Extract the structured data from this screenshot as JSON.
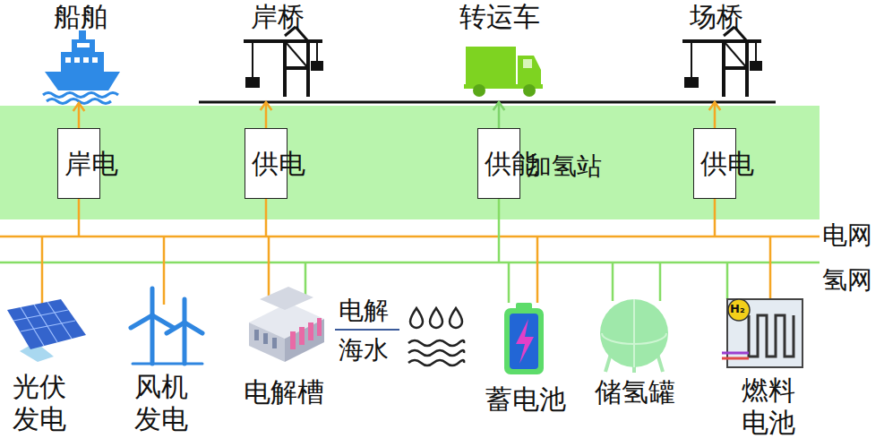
{
  "diagram": {
    "nodes": [
      {
        "text": [
          "船舶"
        ]
      },
      {
        "text": [
          "岸桥"
        ]
      },
      {
        "text": [
          "转运车"
        ]
      },
      {
        "text": [
          "场桥"
        ]
      },
      {
        "text": [
          "加氢站"
        ]
      },
      {
        "text": [
          "岸电"
        ],
        "in": 4
      },
      {
        "text": [
          "供电"
        ],
        "in": 4
      },
      {
        "text": [
          "供能"
        ],
        "in": 4
      },
      {
        "text": [
          "供电"
        ],
        "in": 4
      }
    ],
    "edges": [
      {
        "from": 5,
        "to": 0,
        "arrow": "to"
      },
      {
        "from": 6,
        "to": 1,
        "arrow": "to"
      },
      {
        "from": 7,
        "to": 2,
        "arrow": "to"
      },
      {
        "from": 8,
        "to": 3,
        "arrow": "to"
      }
    ],
    "labels": [
      "电网",
      "氢网",
      "光伏发电",
      "风机发电",
      "电解槽",
      "电解",
      "海水",
      "蓄电池",
      "储氢罐",
      "燃料电池",
      "H₂"
    ]
  }
}
